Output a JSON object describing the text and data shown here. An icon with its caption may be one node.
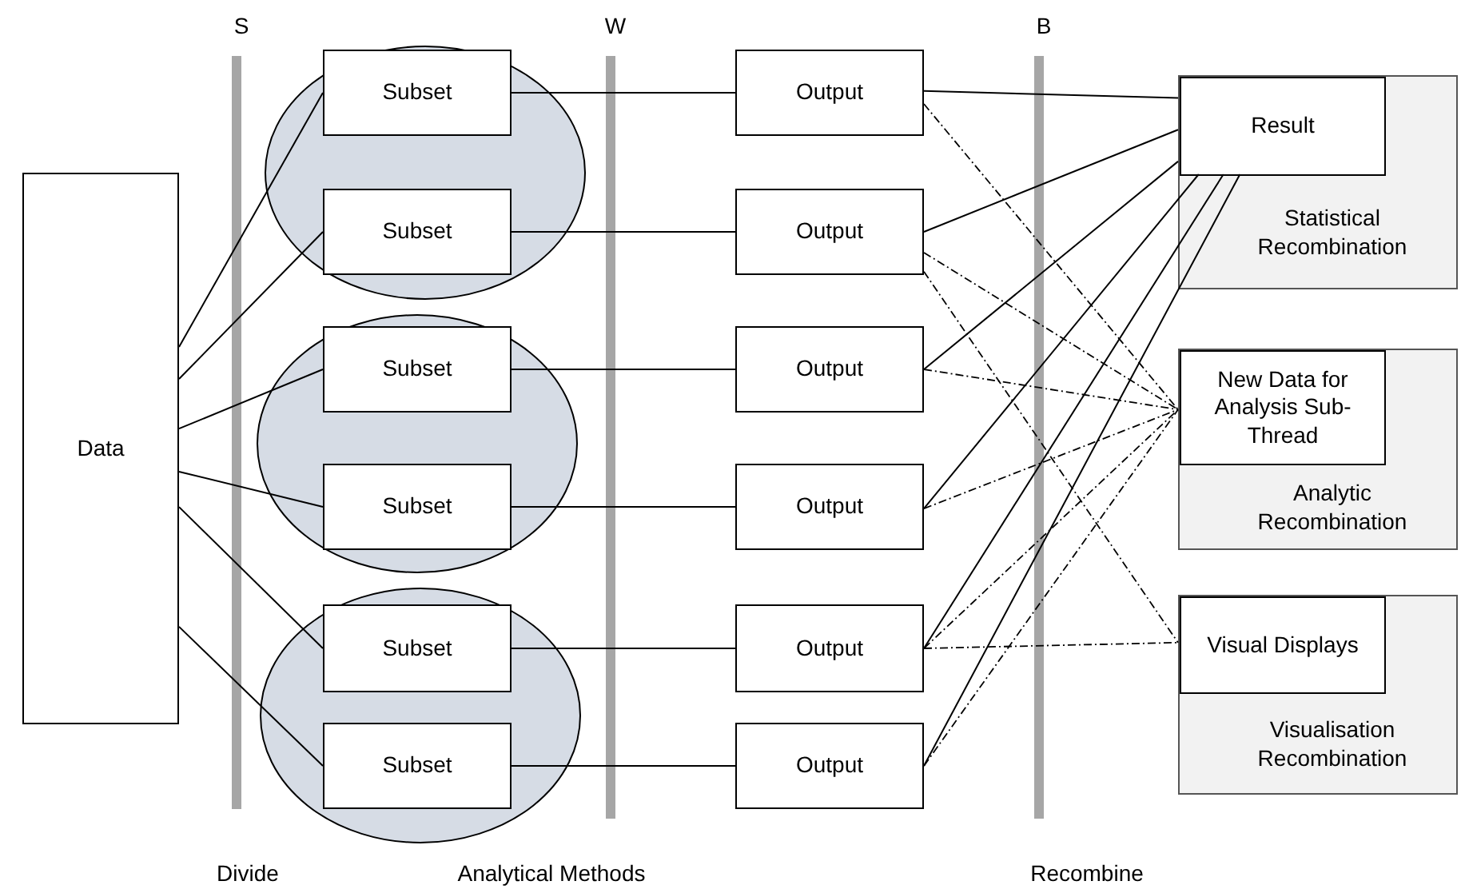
{
  "diagram": {
    "nodes": [
      {
        "text": [
          "Data"
        ]
      },
      {
        "text": [],
        "shape": "ellipse"
      },
      {
        "text": [
          "Subset"
        ],
        "in": 1
      },
      {
        "text": [
          "Subset"
        ],
        "in": 1
      },
      {
        "text": [],
        "shape": "ellipse"
      },
      {
        "text": [
          "Subset"
        ],
        "in": 4
      },
      {
        "text": [
          "Subset"
        ],
        "in": 4
      },
      {
        "text": [],
        "shape": "ellipse"
      },
      {
        "text": [
          "Subset"
        ],
        "in": 7
      },
      {
        "text": [
          "Subset"
        ],
        "in": 7
      },
      {
        "text": [
          "Output"
        ]
      },
      {
        "text": [
          "Output"
        ]
      },
      {
        "text": [
          "Output"
        ]
      },
      {
        "text": [
          "Output"
        ]
      },
      {
        "text": [
          "Output"
        ]
      },
      {
        "text": [
          "Output"
        ]
      },
      {
        "text": [
          "Statistical Recombination"
        ]
      },
      {
        "text": [
          "Result"
        ],
        "in": 16
      },
      {
        "text": [
          "Analytic Recombination"
        ]
      },
      {
        "text": [
          "New Data for Analysis Sub-Thread"
        ],
        "in": 18
      },
      {
        "text": [
          "Visualisation Recombination"
        ]
      },
      {
        "text": [
          "Visual Displays"
        ],
        "in": 20
      }
    ],
    "edges": [
      {
        "from": 0,
        "to": 2,
        "arrow": "none"
      },
      {
        "from": 0,
        "to": 3,
        "arrow": "none"
      },
      {
        "from": 0,
        "to": 5,
        "arrow": "none"
      },
      {
        "from": 0,
        "to": 6,
        "arrow": "none"
      },
      {
        "from": 0,
        "to": 8,
        "arrow": "none"
      },
      {
        "from": 0,
        "to": 9,
        "arrow": "none"
      },
      {
        "from": 2,
        "to": 10,
        "arrow": "none"
      },
      {
        "from": 3,
        "to": 11,
        "arrow": "none"
      },
      {
        "from": 5,
        "to": 12,
        "arrow": "none"
      },
      {
        "from": 6,
        "to": 13,
        "arrow": "none"
      },
      {
        "from": 8,
        "to": 14,
        "arrow": "none"
      },
      {
        "from": 9,
        "to": 15,
        "arrow": "none"
      },
      {
        "from": 10,
        "to": 17,
        "arrow": "none"
      },
      {
        "from": 10,
        "to": 19,
        "arrow": "none",
        "style": "dashed"
      },
      {
        "from": 11,
        "to": 17,
        "arrow": "none"
      },
      {
        "from": 11,
        "to": 19,
        "arrow": "none",
        "style": "dashed"
      },
      {
        "from": 11,
        "to": 21,
        "arrow": "none",
        "style": "dashed"
      },
      {
        "from": 12,
        "to": 17,
        "arrow": "none"
      },
      {
        "from": 12,
        "to": 19,
        "arrow": "none",
        "style": "dashed"
      },
      {
        "from": 13,
        "to": 17,
        "arrow": "none"
      },
      {
        "from": 13,
        "to": 19,
        "arrow": "none",
        "style": "dashed"
      },
      {
        "from": 14,
        "to": 17,
        "arrow": "none"
      },
      {
        "from": 14,
        "to": 19,
        "arrow": "none",
        "style": "dashed"
      },
      {
        "from": 14,
        "to": 21,
        "arrow": "none",
        "style": "dashed"
      },
      {
        "from": 15,
        "to": 17,
        "arrow": "none"
      },
      {
        "from": 15,
        "to": 19,
        "arrow": "none",
        "style": "dashed"
      }
    ],
    "labels": [
      "S",
      "W",
      "B",
      "Divide",
      "Analytical Methods",
      "Recombine"
    ]
  }
}
